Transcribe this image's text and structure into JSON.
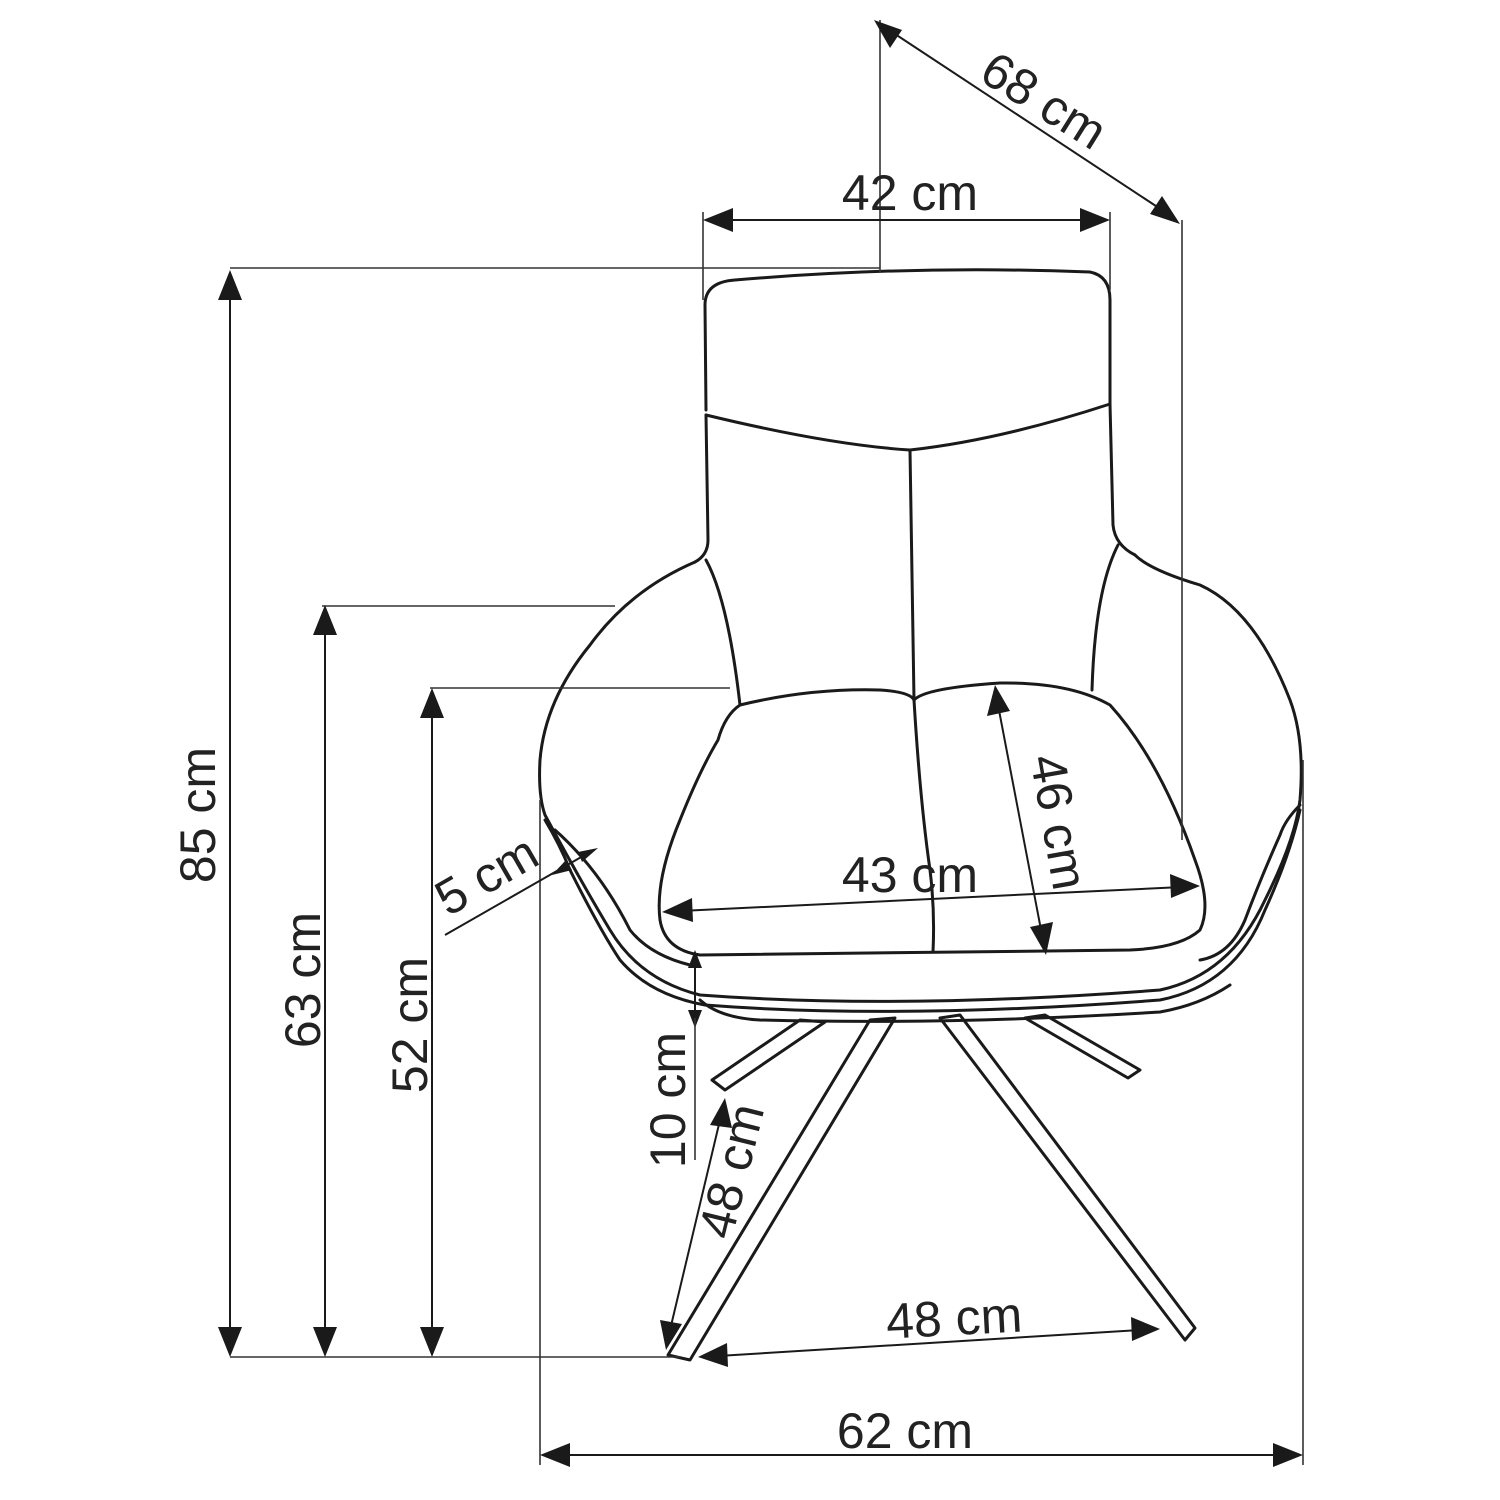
{
  "dimensions": {
    "total_height": "85 cm",
    "armrest_height": "63 cm",
    "seat_height": "52 cm",
    "depth": "68 cm",
    "backrest_width": "42 cm",
    "seat_width": "43 cm",
    "seat_depth": "46 cm",
    "seat_thickness": "10 cm",
    "armrest_thickness": "5 cm",
    "leg_length": "48 cm",
    "base_width": "48 cm",
    "total_width": "62 cm"
  },
  "colors": {
    "line": "#1a1a1a",
    "background": "#ffffff"
  }
}
